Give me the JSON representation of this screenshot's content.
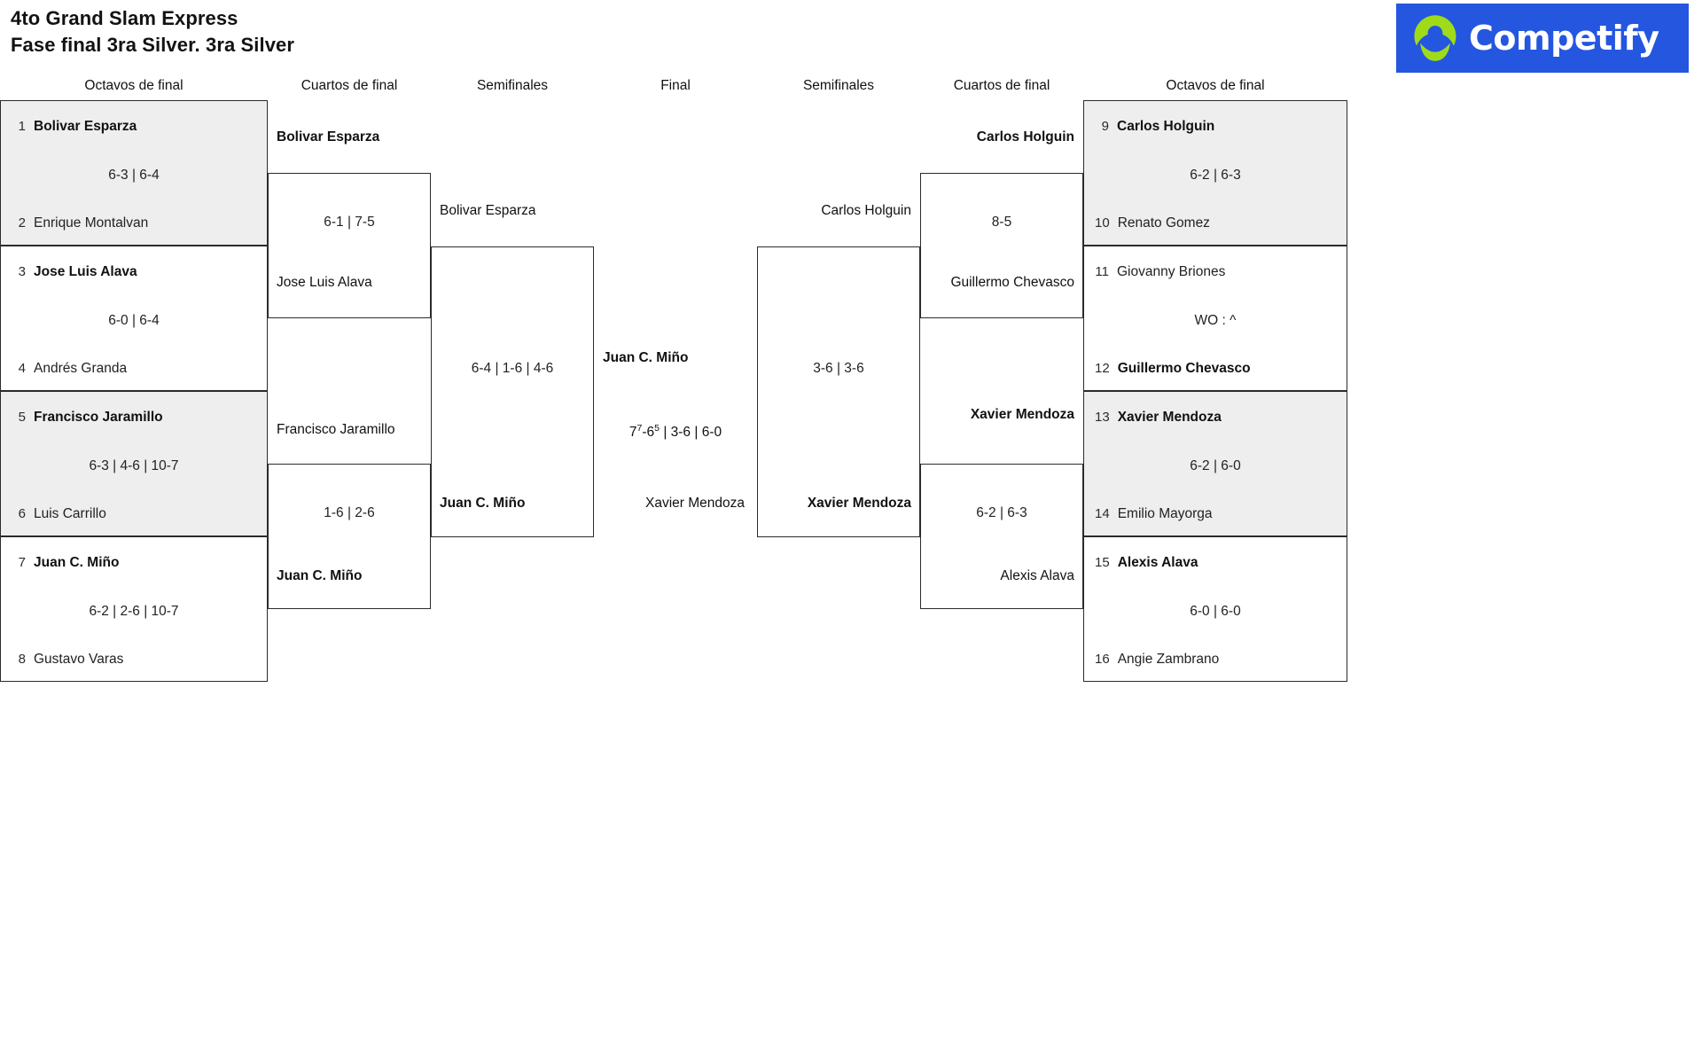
{
  "header": {
    "title_line1": "4to Grand Slam Express",
    "title_line2": "Fase final 3ra Silver. 3ra Silver",
    "logo_text": "Competify",
    "logo_bg": "#2456e0",
    "logo_accent": "#9fdb18",
    "logo_icon": "person-circle-icon"
  },
  "round_headers": {
    "left_r16": "Octavos de final",
    "left_qf": "Cuartos de final",
    "left_sf": "Semifinales",
    "final": "Final",
    "right_sf": "Semifinales",
    "right_qf": "Cuartos de final",
    "right_r16": "Octavos de final"
  },
  "left": {
    "r16": [
      {
        "seed_top": "1",
        "top": "Bolivar Esparza",
        "score": "6-3 | 6-4",
        "seed_bot": "2",
        "bottom": "Enrique Montalvan",
        "shaded": true
      },
      {
        "seed_top": "3",
        "top": "Jose Luis Alava",
        "score": "6-0 | 6-4",
        "seed_bot": "4",
        "bottom": "Andrés Granda",
        "shaded": false
      },
      {
        "seed_top": "5",
        "top": "Francisco Jaramillo",
        "score": "6-3 | 4-6 | 10-7",
        "seed_bot": "6",
        "bottom": "Luis Carrillo",
        "shaded": true
      },
      {
        "seed_top": "7",
        "top": "Juan C. Miño",
        "score": "6-2 | 2-6 | 10-7",
        "seed_bot": "8",
        "bottom": "Gustavo Varas",
        "shaded": false
      }
    ],
    "qf": [
      {
        "winner": "Bolivar Esparza",
        "score": "6-1 | 7-5",
        "loser": "Jose Luis Alava"
      },
      {
        "winner": "Juan C. Miño",
        "score": "1-6 | 2-6",
        "loser": "Francisco Jaramillo"
      }
    ],
    "sf": [
      {
        "winner": "Juan C. Miño",
        "score": "6-4 | 1-6 | 4-6",
        "loser": "Bolivar Esparza"
      }
    ]
  },
  "final": {
    "winner": "Juan C. Miño",
    "score_plain": "77-65 | 3-6 | 6-0",
    "score_parts": [
      {
        "text": "7",
        "sup": "7"
      },
      {
        "text": "-6",
        "sup": "5"
      },
      {
        "text": " | 3-6 | 6-0",
        "sup": ""
      }
    ],
    "loser": "Xavier Mendoza"
  },
  "right": {
    "r16": [
      {
        "seed_top": "9",
        "top": "Carlos Holguin",
        "score": "6-2 | 6-3",
        "seed_bot": "10",
        "bottom": "Renato Gomez",
        "shaded": true
      },
      {
        "seed_top": "11",
        "top": "Giovanny Briones",
        "score": "WO : ^",
        "seed_bot": "12",
        "bottom": "Guillermo Chevasco",
        "shaded": false
      },
      {
        "seed_top": "13",
        "top": "Xavier Mendoza",
        "score": "6-2 | 6-0",
        "seed_bot": "14",
        "bottom": "Emilio Mayorga",
        "shaded": true
      },
      {
        "seed_top": "15",
        "top": "Alexis Alava",
        "score": "6-0 | 6-0",
        "seed_bot": "16",
        "bottom": "Angie Zambrano",
        "shaded": false
      }
    ],
    "qf": [
      {
        "winner": "Carlos Holguin",
        "score": "8-5",
        "loser": "Guillermo Chevasco"
      },
      {
        "winner": "Xavier Mendoza",
        "score": "6-2 | 6-3",
        "loser": "Alexis Alava"
      }
    ],
    "sf": [
      {
        "winner": "Xavier Mendoza",
        "score": "3-6 | 3-6",
        "loser": "Carlos Holguin"
      }
    ]
  },
  "winner_flags": {
    "right_r16_2_bottom_is_winner": true
  }
}
